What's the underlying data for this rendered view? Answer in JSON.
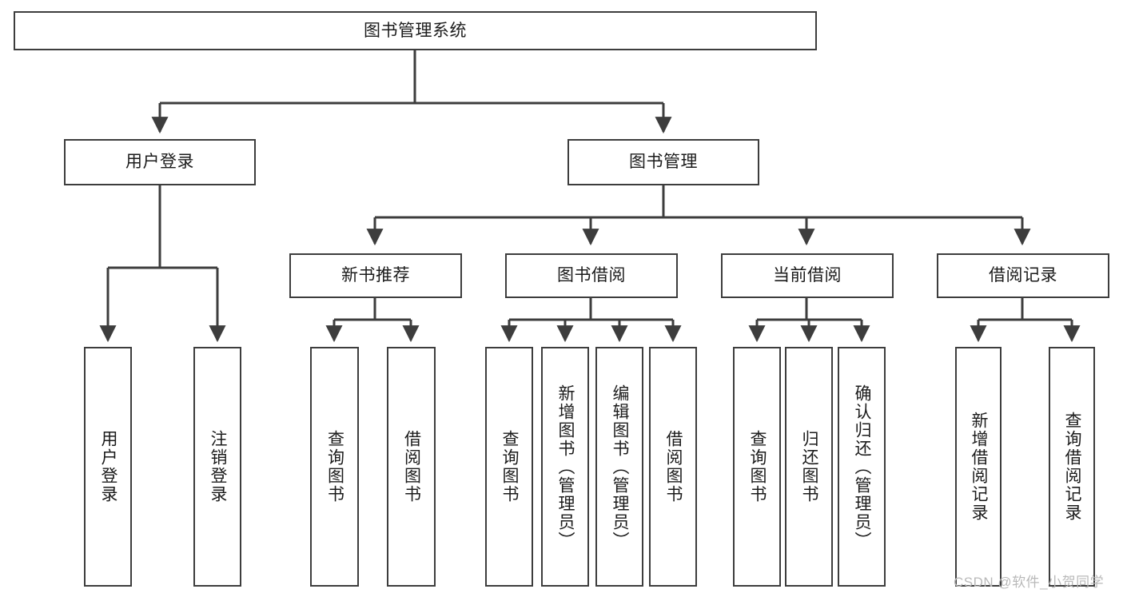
{
  "diagram": {
    "type": "tree-hierarchy-chart",
    "title": "图书管理系统",
    "watermark": "CSDN @软件_小贺同学",
    "colors": {
      "box_border": "#3d3d3d",
      "box_fill": "#ffffff",
      "connector": "#3d3d3d",
      "text": "#1b1b1b",
      "watermark": "#b9b9b9",
      "background": "#ffffff"
    },
    "nodes": {
      "root": {
        "label": "图书管理系统",
        "level": 1
      },
      "level2": [
        {
          "id": "user-login",
          "label": "用户登录"
        },
        {
          "id": "book-management",
          "label": "图书管理"
        }
      ],
      "level3": [
        {
          "id": "new-book-recommend",
          "label": "新书推荐",
          "parent": "book-management"
        },
        {
          "id": "book-borrow",
          "label": "图书借阅",
          "parent": "book-management"
        },
        {
          "id": "current-borrow",
          "label": "当前借阅",
          "parent": "book-management"
        },
        {
          "id": "borrow-record",
          "label": "借阅记录",
          "parent": "book-management"
        }
      ],
      "leaves": [
        {
          "id": "leaf-user-login",
          "label": "用户登录",
          "parent": "user-login"
        },
        {
          "id": "leaf-logout-login",
          "label": "注销登录",
          "parent": "user-login"
        },
        {
          "id": "leaf-query-book-1",
          "label": "查询图书",
          "parent": "new-book-recommend"
        },
        {
          "id": "leaf-borrow-book-1",
          "label": "借阅图书",
          "parent": "new-book-recommend"
        },
        {
          "id": "leaf-query-book-2",
          "label": "查询图书",
          "parent": "book-borrow"
        },
        {
          "id": "leaf-add-book",
          "label": "新增图书（管理员）",
          "parent": "book-borrow"
        },
        {
          "id": "leaf-edit-book",
          "label": "编辑图书（管理员）",
          "parent": "book-borrow"
        },
        {
          "id": "leaf-borrow-book-2",
          "label": "借阅图书",
          "parent": "book-borrow"
        },
        {
          "id": "leaf-query-book-3",
          "label": "查询图书",
          "parent": "current-borrow"
        },
        {
          "id": "leaf-return-book",
          "label": "归还图书",
          "parent": "current-borrow"
        },
        {
          "id": "leaf-confirm-return",
          "label": "确认归还（管理员）",
          "parent": "current-borrow"
        },
        {
          "id": "leaf-add-borrow-record",
          "label": "新增借阅记录",
          "parent": "borrow-record"
        },
        {
          "id": "leaf-query-borrow-record",
          "label": "查询借阅记录",
          "parent": "borrow-record"
        }
      ]
    }
  }
}
